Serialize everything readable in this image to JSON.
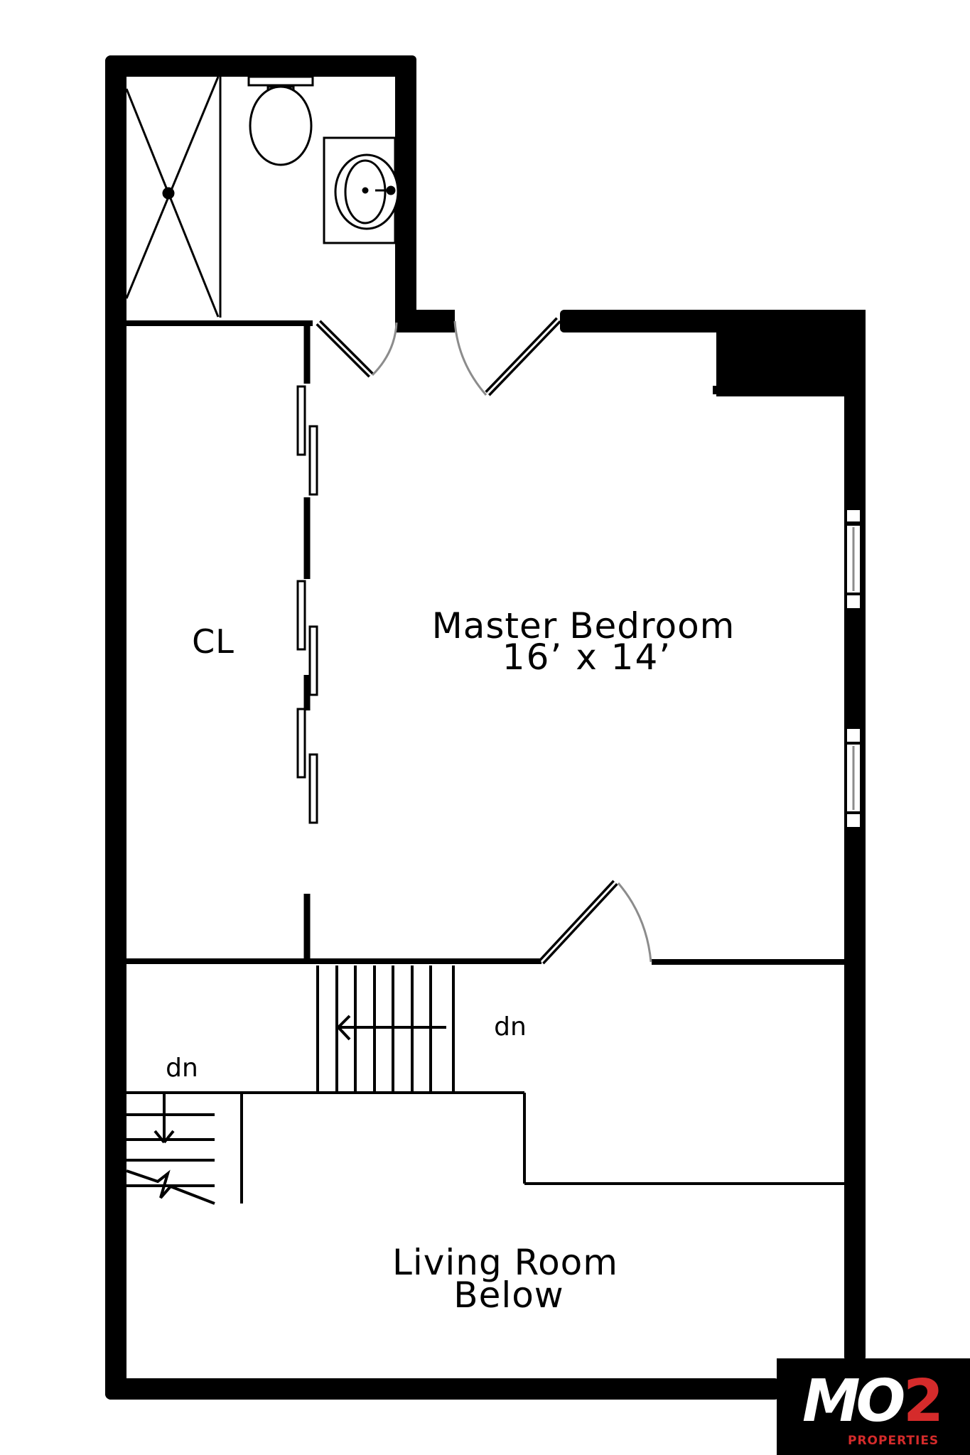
{
  "floor_plan": {
    "rooms": [
      {
        "id": "master-bedroom",
        "name": "Master Bedroom",
        "dimensions": "16’ x 14’"
      },
      {
        "id": "closet",
        "name": "CL"
      },
      {
        "id": "living-room",
        "name": "Living Room",
        "note": "Below"
      }
    ],
    "stairs": [
      {
        "id": "stair-upper",
        "label": "dn",
        "direction": "left"
      },
      {
        "id": "stair-lower",
        "label": "dn",
        "direction": "down"
      }
    ],
    "fixtures": [
      "shower",
      "toilet",
      "sink"
    ],
    "colors": {
      "wall": "#000000",
      "door_swing": "#8c8c8c",
      "logo_background": "#000000",
      "logo_primary": "#ffffff",
      "logo_accent": "#d52b2b"
    }
  },
  "logo": {
    "mark": "MO",
    "mark_accent": "2",
    "subtitle": "PROPERTIES"
  }
}
